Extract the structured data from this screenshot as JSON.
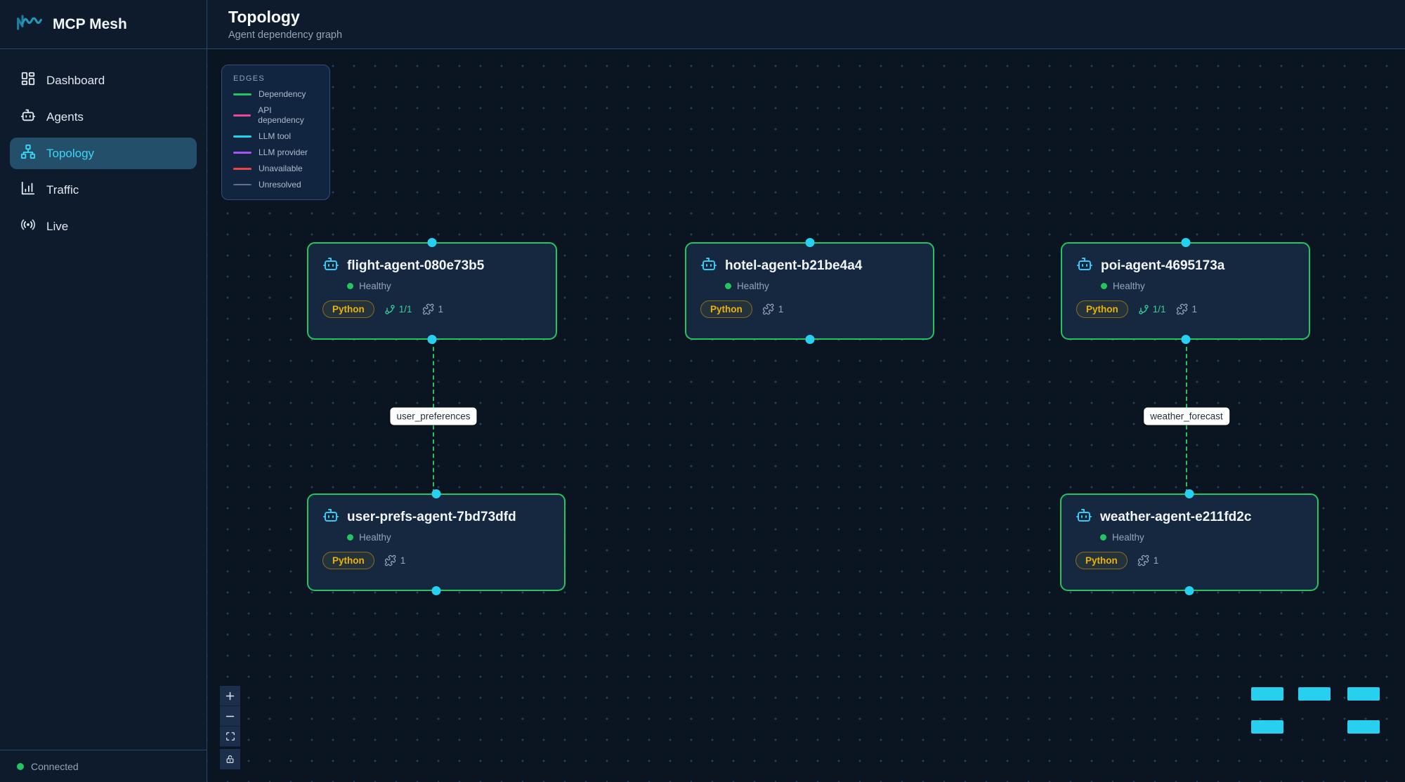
{
  "app": {
    "name": "MCP Mesh"
  },
  "sidebar": {
    "items": [
      {
        "label": "Dashboard",
        "icon": "dashboard-icon",
        "active": false
      },
      {
        "label": "Agents",
        "icon": "robot-icon",
        "active": false
      },
      {
        "label": "Topology",
        "icon": "topology-icon",
        "active": true
      },
      {
        "label": "Traffic",
        "icon": "traffic-icon",
        "active": false
      },
      {
        "label": "Live",
        "icon": "live-icon",
        "active": false
      }
    ],
    "status": {
      "label": "Connected",
      "color": "#22c55e"
    }
  },
  "header": {
    "title": "Topology",
    "subtitle": "Agent dependency graph"
  },
  "canvas": {
    "legend": {
      "title": "EDGES",
      "items": [
        {
          "label": "Dependency",
          "color": "#22c55e",
          "style": "solid"
        },
        {
          "label": "API dependency",
          "color": "#ec4899",
          "style": "solid"
        },
        {
          "label": "LLM tool",
          "color": "#22d3ee",
          "style": "solid"
        },
        {
          "label": "LLM provider",
          "color": "#a855f7",
          "style": "solid"
        },
        {
          "label": "Unavailable",
          "color": "#ef4444",
          "style": "solid"
        },
        {
          "label": "Unresolved",
          "color": "#64748b",
          "style": "dashed"
        }
      ]
    },
    "nodes": [
      {
        "name": "flight-agent-080e73b5",
        "status": "Healthy",
        "runtime": "Python",
        "dependencies": "1/1",
        "tools": "1"
      },
      {
        "name": "hotel-agent-b21be4a4",
        "status": "Healthy",
        "runtime": "Python",
        "tools": "1"
      },
      {
        "name": "poi-agent-4695173a",
        "status": "Healthy",
        "runtime": "Python",
        "dependencies": "1/1",
        "tools": "1"
      },
      {
        "name": "user-prefs-agent-7bd73dfd",
        "status": "Healthy",
        "runtime": "Python",
        "tools": "1"
      },
      {
        "name": "weather-agent-e211fd2c",
        "status": "Healthy",
        "runtime": "Python",
        "tools": "1"
      }
    ],
    "edges": [
      {
        "label": "user_preferences",
        "from": "flight-agent-080e73b5",
        "to": "user-prefs-agent-7bd73dfd",
        "style": "dashed",
        "color": "#22c55e"
      },
      {
        "label": "weather_forecast",
        "from": "poi-agent-4695173a",
        "to": "weather-agent-e211fd2c",
        "style": "dashed",
        "color": "#22c55e"
      }
    ],
    "colors": {
      "node_border": "#22c55e",
      "handle": "#26d0ee",
      "healthy_dot": "#22c55e",
      "runtime_badge": "#eab308",
      "minimap_node": "#26d0ee"
    }
  }
}
